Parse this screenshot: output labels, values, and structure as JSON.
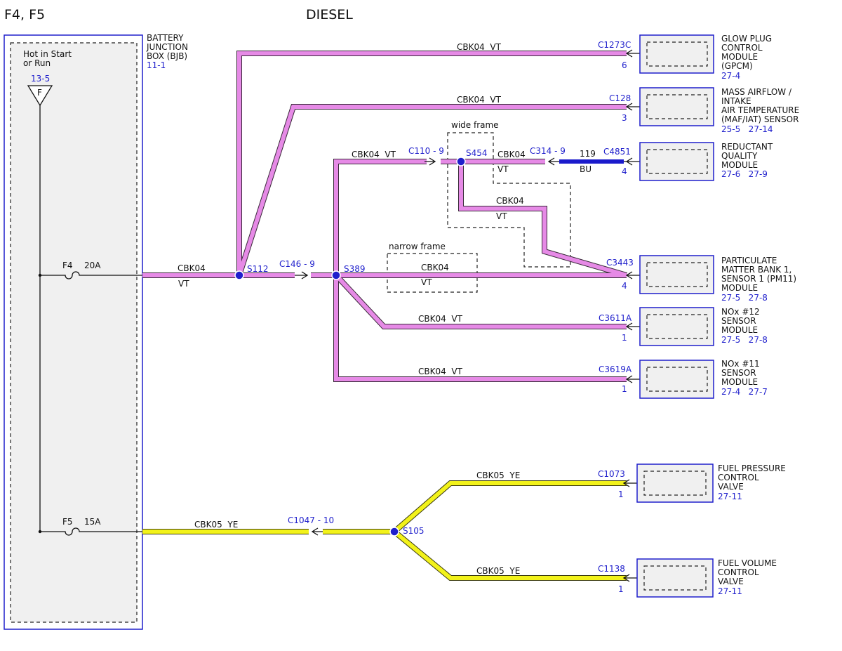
{
  "header": {
    "circuit_title": "F4, F5",
    "variant_title": "DIESEL"
  },
  "bjb": {
    "label_line1": "BATTERY",
    "label_line2": "JUNCTION",
    "label_line3": "BOX (BJB)",
    "ref": "11-1",
    "hot_line1": "Hot in Start",
    "hot_line2": "or Run",
    "hot_ref": "13-5",
    "hot_symbol": "F",
    "fuses": [
      {
        "name": "F4",
        "rating": "20A"
      },
      {
        "name": "F5",
        "rating": "15A"
      }
    ]
  },
  "wires": {
    "f4_main_circuit": "CBK04",
    "f4_main_color": "VT",
    "gpcm": "CBK04  VT",
    "maf": "CBK04  VT",
    "to_c110": "CBK04  VT",
    "after_s454_circuit": "CBK04",
    "after_s454_color": "VT",
    "s454_branch_circuit": "CBK04",
    "s454_branch_color": "VT",
    "pm_circuit": "CBK04",
    "pm_color": "VT",
    "nox12": "CBK04  VT",
    "nox11": "CBK04  VT",
    "c4851_circuit": "119",
    "c4851_color": "BU",
    "f5_main": "CBK05  YE",
    "fpcv": "CBK05  YE",
    "fvcv": "CBK05  YE"
  },
  "splices": [
    "S112",
    "S389",
    "S454",
    "S105"
  ],
  "inline_connectors": {
    "c146": "C146 - 9",
    "c110": "C110 - 9",
    "c314": "C314 - 9",
    "c1047": "C1047 - 10"
  },
  "frames": {
    "wide": "wide frame",
    "narrow": "narrow frame"
  },
  "modules": [
    {
      "connector": "C1273C",
      "pin": "6",
      "lines": [
        "GLOW PLUG",
        "CONTROL",
        "MODULE",
        "(GPCM)"
      ],
      "refs": "27-4"
    },
    {
      "connector": "C128",
      "pin": "3",
      "lines": [
        "MASS AIRFLOW /",
        "INTAKE",
        "AIR TEMPERATURE",
        "(MAF/IAT) SENSOR"
      ],
      "refs": "25-5   27-14"
    },
    {
      "connector": "C4851",
      "pin": "4",
      "lines": [
        "REDUCTANT",
        "QUALITY",
        "MODULE"
      ],
      "refs": "27-6   27-9"
    },
    {
      "connector": "C3443",
      "pin": "4",
      "lines": [
        "PARTICULATE",
        "MATTER BANK 1,",
        "SENSOR 1 (PM11)",
        "MODULE"
      ],
      "refs": "27-5   27-8"
    },
    {
      "connector": "C3611A",
      "pin": "1",
      "lines": [
        "NOx #12",
        "SENSOR",
        "MODULE"
      ],
      "refs": "27-5   27-8"
    },
    {
      "connector": "C3619A",
      "pin": "1",
      "lines": [
        "NOx #11",
        "SENSOR",
        "MODULE"
      ],
      "refs": "27-4   27-7"
    },
    {
      "connector": "C1073",
      "pin": "1",
      "lines": [
        "FUEL PRESSURE",
        "CONTROL",
        "VALVE"
      ],
      "refs": "27-11"
    },
    {
      "connector": "C1138",
      "pin": "1",
      "lines": [
        "FUEL VOLUME",
        "CONTROL",
        "VALVE"
      ],
      "refs": "27-11"
    }
  ],
  "colors": {
    "violet_wire": "#e68ae6",
    "yellow_wire": "#f2f21a",
    "blue_wire": "#1a1acc",
    "reference_blue": "#1f1fcc"
  }
}
